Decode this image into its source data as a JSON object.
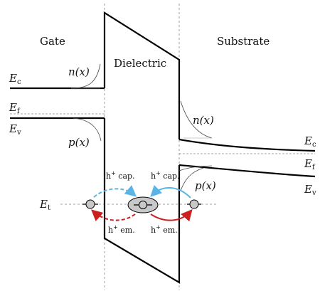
{
  "regions": {
    "gate": "Gate",
    "dielectric": "Dielectric",
    "substrate": "Substrate"
  },
  "gate_levels": {
    "ec": "E",
    "ec_sub": "c",
    "ef": "E",
    "ef_sub": "f",
    "ev": "E",
    "ev_sub": "v"
  },
  "substrate_levels": {
    "ec": "E",
    "ec_sub": "c",
    "ef": "E",
    "ef_sub": "f",
    "ev": "E",
    "ev_sub": "v"
  },
  "trap_level": {
    "et": "E",
    "et_sub": "t"
  },
  "carrier_curves": {
    "n_gate": "n(x)",
    "p_gate": "p(x)",
    "n_substrate": "n(x)",
    "p_substrate": "p(x)"
  },
  "transitions": {
    "left_capture_h": "h",
    "left_capture_sup": "+",
    "left_capture_text": " cap.",
    "right_capture_h": "h",
    "right_capture_sup": "+",
    "right_capture_text": " cap.",
    "left_emission_h": "h",
    "left_emission_sup": "+",
    "left_emission_text": " em.",
    "right_emission_h": "h",
    "right_emission_sup": "+",
    "right_emission_text": " em."
  },
  "colors": {
    "capture": "#5ab4e5",
    "emission": "#cc1f1f",
    "band": "#000000",
    "guide": "#888888",
    "trap_fill": "#c8c8c8"
  }
}
